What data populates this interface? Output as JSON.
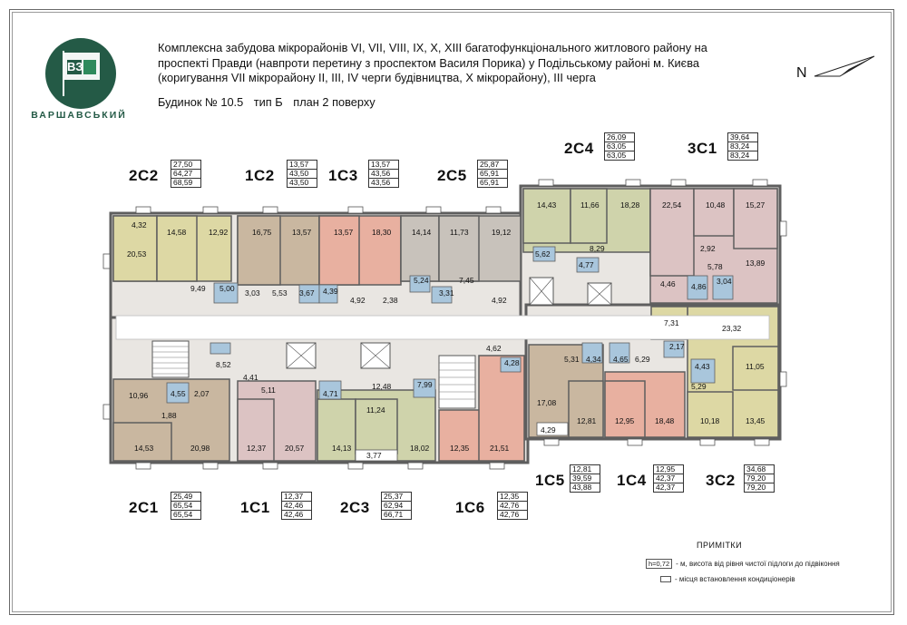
{
  "logo": {
    "letters": "ВЗ",
    "name": "ВАРШАВСЬКИЙ"
  },
  "header": {
    "lines": [
      "Комплексна забудова мікрорайонів VI, VII, VIII, IX, X, XIII багатофункціонального житлового району на",
      "проспекті Правди (навпроти перетину з проспектом Василя Порика) у Подільському районі м. Києва",
      "(коригування VII мікрорайону II, III, IV черги будівництва, X мікрорайону), III черга"
    ],
    "building": "Будинок № 10.5",
    "type": "тип Б",
    "plan": "план 2 поверху"
  },
  "north": "N",
  "apartments_top": [
    {
      "code": "2С2",
      "values": [
        "27,50",
        "64,27",
        "68,59"
      ]
    },
    {
      "code": "1С2",
      "values": [
        "13,57",
        "43,50",
        "43,50"
      ]
    },
    {
      "code": "1С3",
      "values": [
        "13,57",
        "43,56",
        "43,56"
      ]
    },
    {
      "code": "2С5",
      "values": [
        "25,87",
        "65,91",
        "65,91"
      ]
    },
    {
      "code": "2С4",
      "values": [
        "26,09",
        "63,05",
        "63,05"
      ]
    },
    {
      "code": "3С1",
      "values": [
        "39,64",
        "83,24",
        "83,24"
      ]
    }
  ],
  "apartments_bottom": [
    {
      "code": "2С1",
      "values": [
        "25,49",
        "65,54",
        "65,54"
      ]
    },
    {
      "code": "1С1",
      "values": [
        "12,37",
        "42,46",
        "42,46"
      ]
    },
    {
      "code": "2С3",
      "values": [
        "25,37",
        "62,94",
        "66,71"
      ]
    },
    {
      "code": "1С6",
      "values": [
        "12,35",
        "42,76",
        "42,76"
      ]
    },
    {
      "code": "1С5",
      "values": [
        "12,81",
        "39,59",
        "43,88"
      ]
    },
    {
      "code": "1С4",
      "values": [
        "12,95",
        "42,37",
        "42,37"
      ]
    },
    {
      "code": "3С2",
      "values": [
        "34,68",
        "79,20",
        "79,20"
      ]
    }
  ],
  "rooms": {
    "r4_32": "4,32",
    "r20_53": "20,53",
    "r14_58": "14,58",
    "r12_92": "12,92",
    "r9_49": "9,49",
    "r5_00": "5,00",
    "r16_75": "16,75",
    "r13_57a": "13,57",
    "r3_03": "3,03",
    "r5_53": "5,53",
    "r3_67": "3,67",
    "r4_39": "4,39",
    "r13_57b": "13,57",
    "r18_30": "18,30",
    "r4_92a": "4,92",
    "r2_38": "2,38",
    "r14_14": "14,14",
    "r11_73": "11,73",
    "r19_12": "19,12",
    "r5_24": "5,24",
    "r3_31": "3,31",
    "r7_45": "7,45",
    "r4_92b": "4,92",
    "r14_43": "14,43",
    "r11_66": "11,66",
    "r18_28": "18,28",
    "r5_62": "5,62",
    "r8_29": "8,29",
    "r4_77": "4,77",
    "r22_54": "22,54",
    "r10_48": "10,48",
    "r15_27": "15,27",
    "r2_92": "2,92",
    "r5_78": "5,78",
    "r13_89": "13,89",
    "r4_46": "4,46",
    "r4_86": "4,86",
    "r3_04": "3,04",
    "r7_31": "7,31",
    "r23_32": "23,32",
    "r2_17": "2,17",
    "r11_05": "11,05",
    "r4_43": "4,43",
    "r5_29": "5,29",
    "r10_18": "10,18",
    "r13_45": "13,45",
    "r6_29": "6,29",
    "r4_65": "4,65",
    "r18_48": "18,48",
    "r12_95": "12,95",
    "r5_31": "5,31",
    "r4_34": "4,34",
    "r12_81": "12,81",
    "r17_08": "17,08",
    "r4_29": "4,29",
    "r4_62": "4,62",
    "r4_28": "4,28",
    "r12_35": "12,35",
    "r21_51": "21,51",
    "r12_48": "12,48",
    "r7_99": "7,99",
    "r11_24": "11,24",
    "r3_77": "3,77",
    "r14_13": "14,13",
    "r18_02": "18,02",
    "r4_71": "4,71",
    "r12_37": "12,37",
    "r20_57": "20,57",
    "r4_41": "4,41",
    "r5_11": "5,11",
    "r10_96": "10,96",
    "r8_52": "8,52",
    "r4_55": "4,55",
    "r2_07": "2,07",
    "r1_88": "1,88",
    "r14_53": "14,53",
    "r20_98": "20,98"
  },
  "colors": {
    "yellow": "#ddd8a4",
    "brown": "#c9b7a0",
    "salmon": "#e8b0a0",
    "green": "#cfd3ab",
    "pink": "#dcc3c3",
    "gray": "#c8c2bb",
    "wall": "#5e5e5e",
    "bath": "#a9c6dc",
    "logo": "#245a46"
  },
  "notes": {
    "title": "ПРИМІТКИ",
    "height_tag": "h=0,72",
    "height_text": "- м, висота від рівня чистої підлоги до підвіконня",
    "ac_text": "- місця встановлення кондиціонерів"
  }
}
